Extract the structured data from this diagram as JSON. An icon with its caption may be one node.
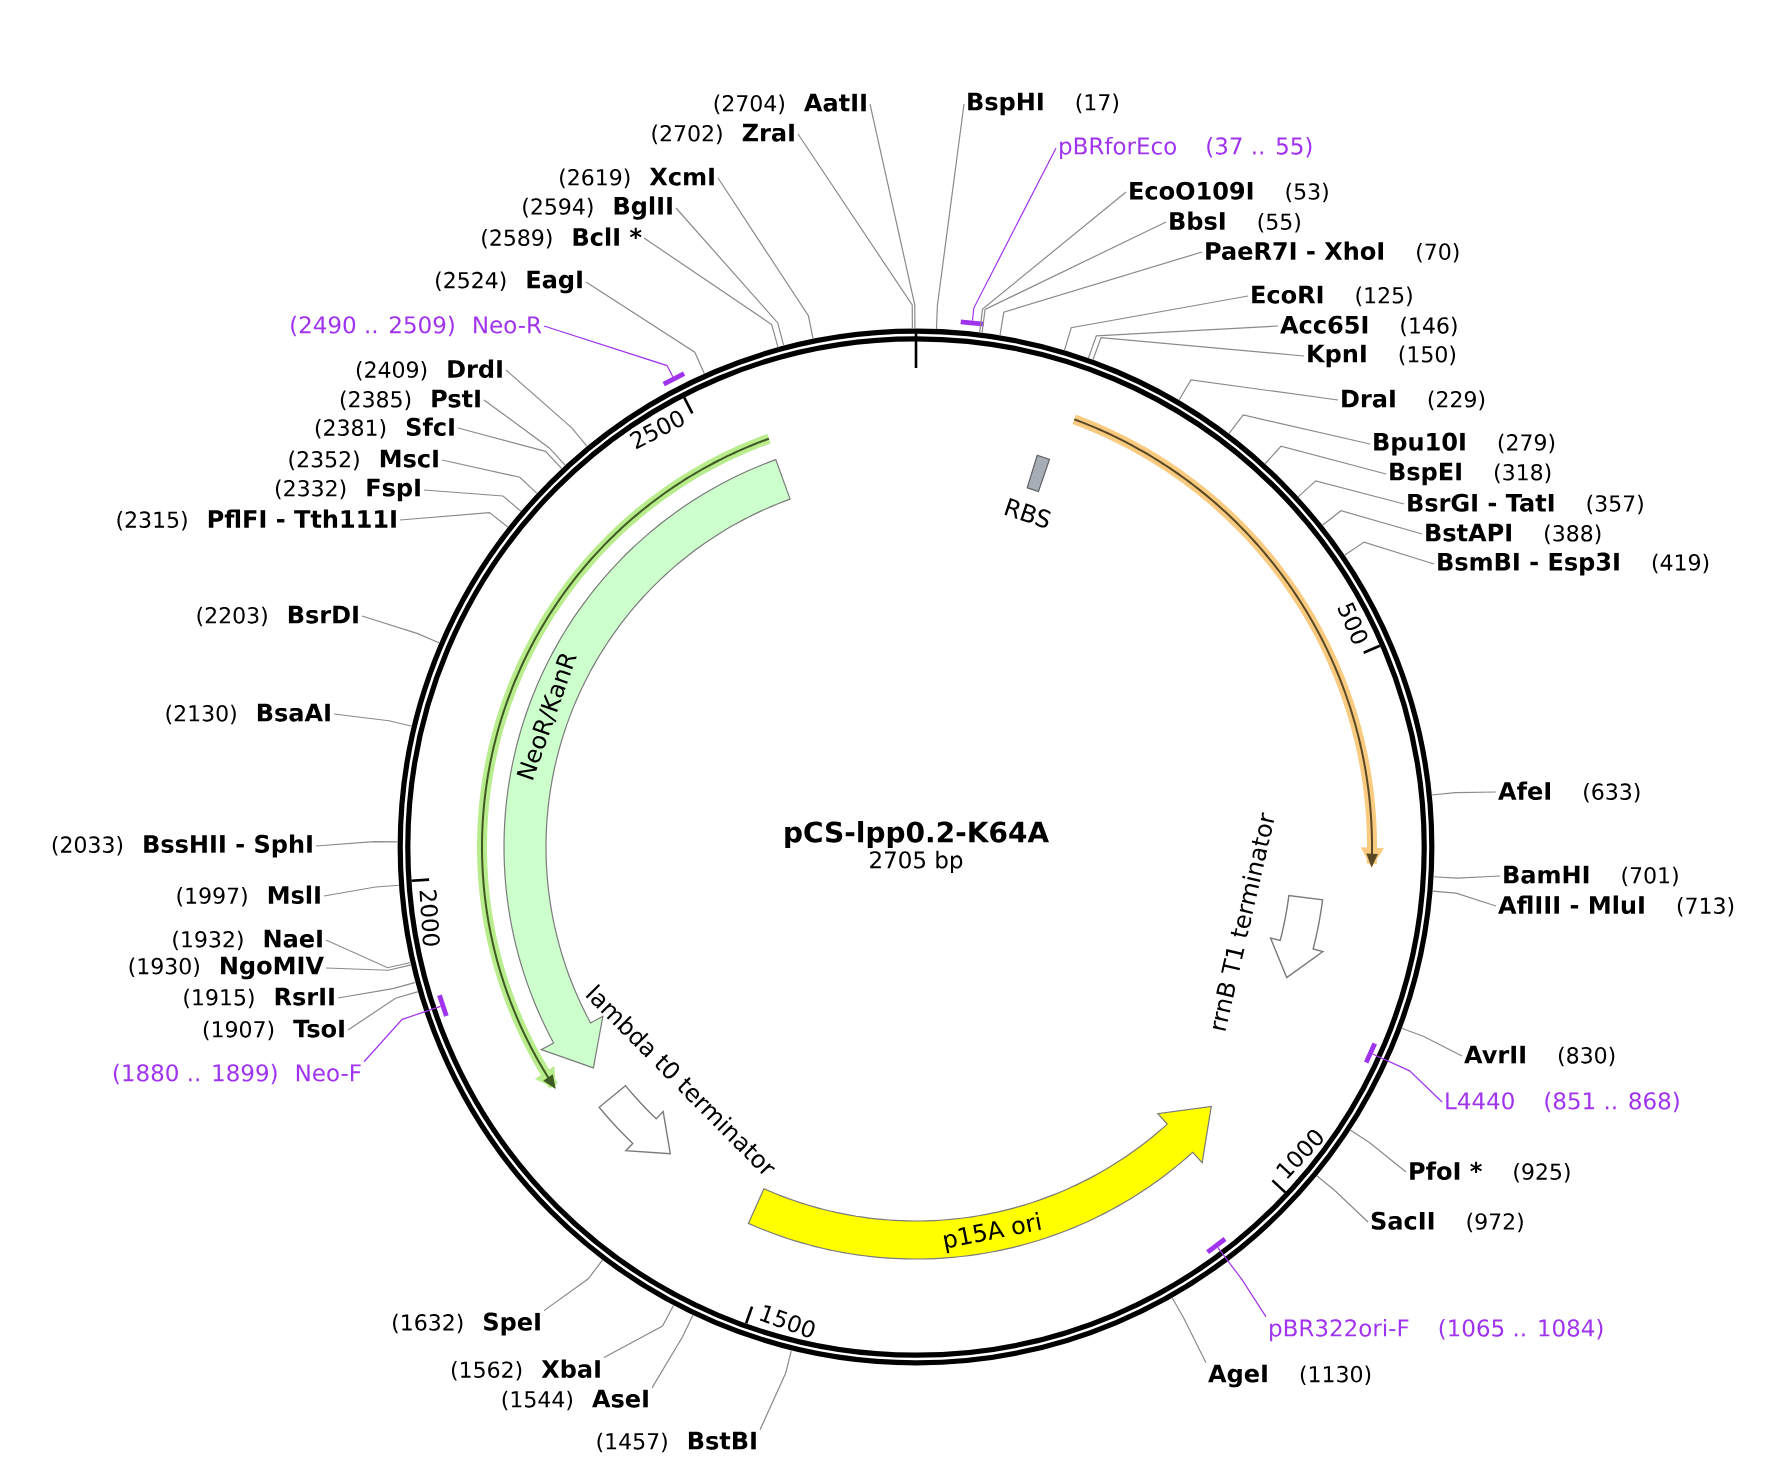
{
  "diagram": {
    "nodes": [
      {
        "text": [
          "pCS-lpp0.2-K64A",
          "2705 bp"
        ]
      },
      {
        "text": [
          "RBS"
        ],
        "in": 0
      },
      {
        "text": [
          "rrnB T1 terminator"
        ],
        "in": 0
      },
      {
        "text": [
          "p15A ori"
        ],
        "in": 0
      },
      {
        "text": [
          "lambda t0 terminator"
        ],
        "in": 0
      },
      {
        "text": [
          "NeoR/KanR"
        ],
        "in": 0
      },
      {
        "text": [
          "BspHI",
          "(17)"
        ]
      },
      {
        "text": [
          "pBRforEco",
          "(37 .. 55)"
        ]
      },
      {
        "text": [],
        "shape": "bar"
      },
      {
        "text": [
          "EcoO109I",
          "(53)"
        ]
      },
      {
        "text": [
          "BbsI",
          "(55)"
        ]
      },
      {
        "text": [
          "PaeR7I - XhoI",
          "(70)"
        ]
      },
      {
        "text": [
          "EcoRI",
          "(125)"
        ]
      },
      {
        "text": [
          "Acc65I",
          "(146)"
        ]
      },
      {
        "text": [
          "KpnI",
          "(150)"
        ]
      },
      {
        "text": [
          "DraI",
          "(229)"
        ]
      },
      {
        "text": [
          "Bpu10I",
          "(279)"
        ]
      },
      {
        "text": [
          "BspEI",
          "(318)"
        ]
      },
      {
        "text": [
          "BsrGI - TatI",
          "(357)"
        ]
      },
      {
        "text": [
          "BstAPI",
          "(388)"
        ]
      },
      {
        "text": [
          "BsmBI - Esp3I",
          "(419)"
        ]
      },
      {
        "text": [
          "AfeI",
          "(633)"
        ]
      },
      {
        "text": [
          "BamHI",
          "(701)"
        ]
      },
      {
        "text": [
          "AflIII - MluI",
          "(713)"
        ]
      },
      {
        "text": [
          "AvrII",
          "(830)"
        ]
      },
      {
        "text": [
          "L4440",
          "(851 .. 868)"
        ]
      },
      {
        "text": [],
        "shape": "bar",
        "in": 0
      },
      {
        "text": [
          "PfoI *",
          "(925)"
        ]
      },
      {
        "text": [
          "SacII",
          "(972)"
        ]
      },
      {
        "text": [
          "pBR322ori-F",
          "(1065 .. 1084)"
        ]
      },
      {
        "text": [],
        "shape": "bar",
        "in": 0
      },
      {
        "text": [
          "AgeI",
          "(1130)"
        ]
      },
      {
        "text": [
          "(1457)",
          "BstBI"
        ]
      },
      {
        "text": [
          "(1544)",
          "AseI"
        ]
      },
      {
        "text": [
          "(1562)",
          "XbaI"
        ]
      },
      {
        "text": [
          "(1632)",
          "SpeI"
        ]
      },
      {
        "text": [
          "(1880 .. 1899)",
          "Neo-F"
        ]
      },
      {
        "text": [],
        "shape": "bar",
        "in": 0
      },
      {
        "text": [
          "(1907)",
          "TsoI"
        ]
      },
      {
        "text": [
          "(1915)",
          "RsrII"
        ]
      },
      {
        "text": [
          "(1930)",
          "NgoMIV"
        ]
      },
      {
        "text": [
          "(1932)",
          "NaeI"
        ]
      },
      {
        "text": [
          "(1997)",
          "MslI"
        ]
      },
      {
        "text": [
          "(2033)",
          "BssHII - SphI"
        ]
      },
      {
        "text": [
          "(2130)",
          "BsaAI"
        ]
      },
      {
        "text": [
          "(2203)",
          "BsrDI"
        ]
      },
      {
        "text": [
          "(2315)",
          "PflFI - Tth111I"
        ]
      },
      {
        "text": [
          "(2332)",
          "FspI"
        ]
      },
      {
        "text": [
          "(2352)",
          "MscI"
        ]
      },
      {
        "text": [
          "(2381)",
          "SfcI"
        ]
      },
      {
        "text": [
          "(2385)",
          "PstI"
        ]
      },
      {
        "text": [
          "(2409)",
          "DrdI"
        ]
      },
      {
        "text": [
          "(2490 .. 2509)",
          "Neo-R"
        ]
      },
      {
        "text": [],
        "shape": "bar"
      },
      {
        "text": [
          "(2524)",
          "EagI"
        ]
      },
      {
        "text": [
          "(2589)",
          "BclI *"
        ]
      },
      {
        "text": [
          "(2594)",
          "BglII"
        ]
      },
      {
        "text": [
          "(2619)",
          "XcmI"
        ]
      },
      {
        "text": [
          "(2702)",
          "ZraI"
        ]
      },
      {
        "text": [
          "(2704)",
          "AatII"
        ]
      }
    ],
    "edges": [
      {
        "from": 6,
        "to": 0,
        "arrow": "none"
      },
      {
        "from": 7,
        "to": 8,
        "arrow": "none",
        "color": "#a033ee"
      },
      {
        "from": 9,
        "to": 0,
        "arrow": "none"
      },
      {
        "from": 10,
        "to": 0,
        "arrow": "none"
      },
      {
        "from": 11,
        "to": 0,
        "arrow": "none"
      },
      {
        "from": 12,
        "to": 0,
        "arrow": "none"
      },
      {
        "from": 13,
        "to": 0,
        "arrow": "none"
      },
      {
        "from": 14,
        "to": 0,
        "arrow": "none"
      },
      {
        "from": 15,
        "to": 0,
        "arrow": "none"
      },
      {
        "from": 16,
        "to": 0,
        "arrow": "none"
      },
      {
        "from": 17,
        "to": 0,
        "arrow": "none"
      },
      {
        "from": 18,
        "to": 0,
        "arrow": "none"
      },
      {
        "from": 19,
        "to": 0,
        "arrow": "none"
      },
      {
        "from": 20,
        "to": 0,
        "arrow": "none"
      },
      {
        "from": 21,
        "to": 0,
        "arrow": "none"
      },
      {
        "from": 22,
        "to": 0,
        "arrow": "none"
      },
      {
        "from": 23,
        "to": 0,
        "arrow": "none"
      },
      {
        "from": 24,
        "to": 0,
        "arrow": "none"
      },
      {
        "from": 25,
        "to": 26,
        "arrow": "none",
        "color": "#a033ee"
      },
      {
        "from": 27,
        "to": 0,
        "arrow": "none"
      },
      {
        "from": 28,
        "to": 0,
        "arrow": "none"
      },
      {
        "from": 29,
        "to": 30,
        "arrow": "none",
        "color": "#a033ee"
      },
      {
        "from": 31,
        "to": 0,
        "arrow": "none"
      },
      {
        "from": 32,
        "to": 0,
        "arrow": "none"
      },
      {
        "from": 33,
        "to": 0,
        "arrow": "none"
      },
      {
        "from": 34,
        "to": 0,
        "arrow": "none"
      },
      {
        "from": 35,
        "to": 0,
        "arrow": "none"
      },
      {
        "from": 36,
        "to": 37,
        "arrow": "none",
        "color": "#a033ee"
      },
      {
        "from": 38,
        "to": 0,
        "arrow": "none"
      },
      {
        "from": 39,
        "to": 0,
        "arrow": "none"
      },
      {
        "from": 40,
        "to": 0,
        "arrow": "none"
      },
      {
        "from": 41,
        "to": 0,
        "arrow": "none"
      },
      {
        "from": 42,
        "to": 0,
        "arrow": "none"
      },
      {
        "from": 43,
        "to": 0,
        "arrow": "none"
      },
      {
        "from": 44,
        "to": 0,
        "arrow": "none"
      },
      {
        "from": 45,
        "to": 0,
        "arrow": "none"
      },
      {
        "from": 46,
        "to": 0,
        "arrow": "none"
      },
      {
        "from": 47,
        "to": 0,
        "arrow": "none"
      },
      {
        "from": 48,
        "to": 0,
        "arrow": "none"
      },
      {
        "from": 49,
        "to": 0,
        "arrow": "none"
      },
      {
        "from": 50,
        "to": 0,
        "arrow": "none"
      },
      {
        "from": 51,
        "to": 0,
        "arrow": "none"
      },
      {
        "from": 52,
        "to": 53,
        "arrow": "none",
        "color": "#a033ee"
      },
      {
        "from": 54,
        "to": 0,
        "arrow": "none"
      },
      {
        "from": 55,
        "to": 0,
        "arrow": "none"
      },
      {
        "from": 56,
        "to": 0,
        "arrow": "none"
      },
      {
        "from": 57,
        "to": 0,
        "arrow": "none"
      },
      {
        "from": 58,
        "to": 0,
        "arrow": "none"
      },
      {
        "from": 59,
        "to": 0,
        "arrow": "none"
      }
    ],
    "labels": [
      "500",
      "1000",
      "1500",
      "2000",
      "2500"
    ]
  }
}
